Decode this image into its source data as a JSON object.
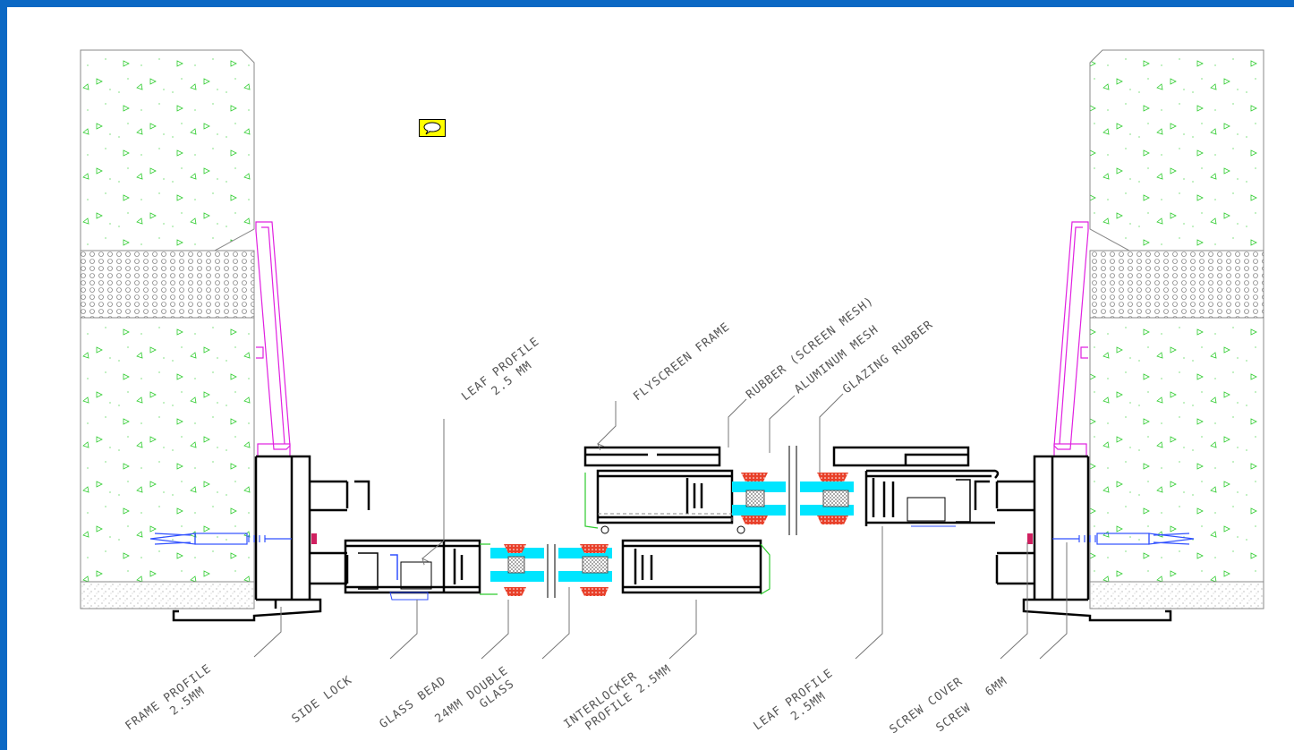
{
  "labels": {
    "leaf_profile_top_1": "LEAF PROFILE",
    "leaf_profile_top_2": "2.5 MM",
    "flyscreen_frame": "FLYSCREEN FRAME",
    "rubber_screen_mesh": "RUBBER (SCREEN MESH)",
    "aluminum_mesh": "ALUMINUM MESH",
    "glazing_rubber": "GLAZING RUBBER",
    "frame_profile_1": "FRAME PROFILE",
    "frame_profile_2": "2.5MM",
    "side_lock": "SIDE LOCK",
    "glass_bead": "GLASS BEAD",
    "double_glass_1": "24MM DOUBLE",
    "double_glass_2": "GLASS",
    "interlocker_1": "INTERLOCKER",
    "interlocker_2": "PROFILE 2.5MM",
    "leaf_profile_bottom_1": "LEAF PROFILE",
    "leaf_profile_bottom_2": "2.5MM",
    "screw_cover": "SCREW COVER",
    "screw_1": "SCREW",
    "screw_2": "6MM"
  },
  "colors": {
    "border": "#0c68c4",
    "concrete_hatch": "#2ecc2e",
    "profile": "#000000",
    "glass": "#00e5ff",
    "gasket": "#e8402a",
    "flashing": "#e020e0",
    "screw": "#3050ff",
    "leader": "#777777",
    "note_fill": "#ffff00"
  },
  "icons": {
    "comment": "comment-note-icon"
  }
}
